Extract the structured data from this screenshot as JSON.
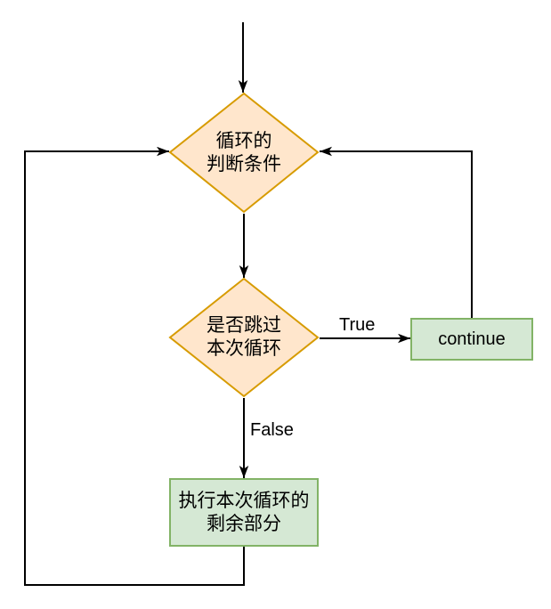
{
  "diagram": {
    "type": "flowchart",
    "topic": "loop continue control flow"
  },
  "colors": {
    "background": "#FFFFFF",
    "decision_fill": "#FFE6CC",
    "decision_stroke": "#D79B00",
    "process_fill": "#D5E8D4",
    "process_stroke": "#82B366",
    "connector": "#000000",
    "text": "#000000"
  },
  "nodes": {
    "loop_condition": {
      "line1": "循环的",
      "line2": "判断条件"
    },
    "skip_decision": {
      "line1": "是否跳过",
      "line2": "本次循环"
    },
    "continue_box": {
      "label": "continue"
    },
    "rest_of_loop": {
      "line1": "执行本次循环的",
      "line2": "剩余部分"
    }
  },
  "edge_labels": {
    "true_branch": "True",
    "false_branch": "False"
  }
}
